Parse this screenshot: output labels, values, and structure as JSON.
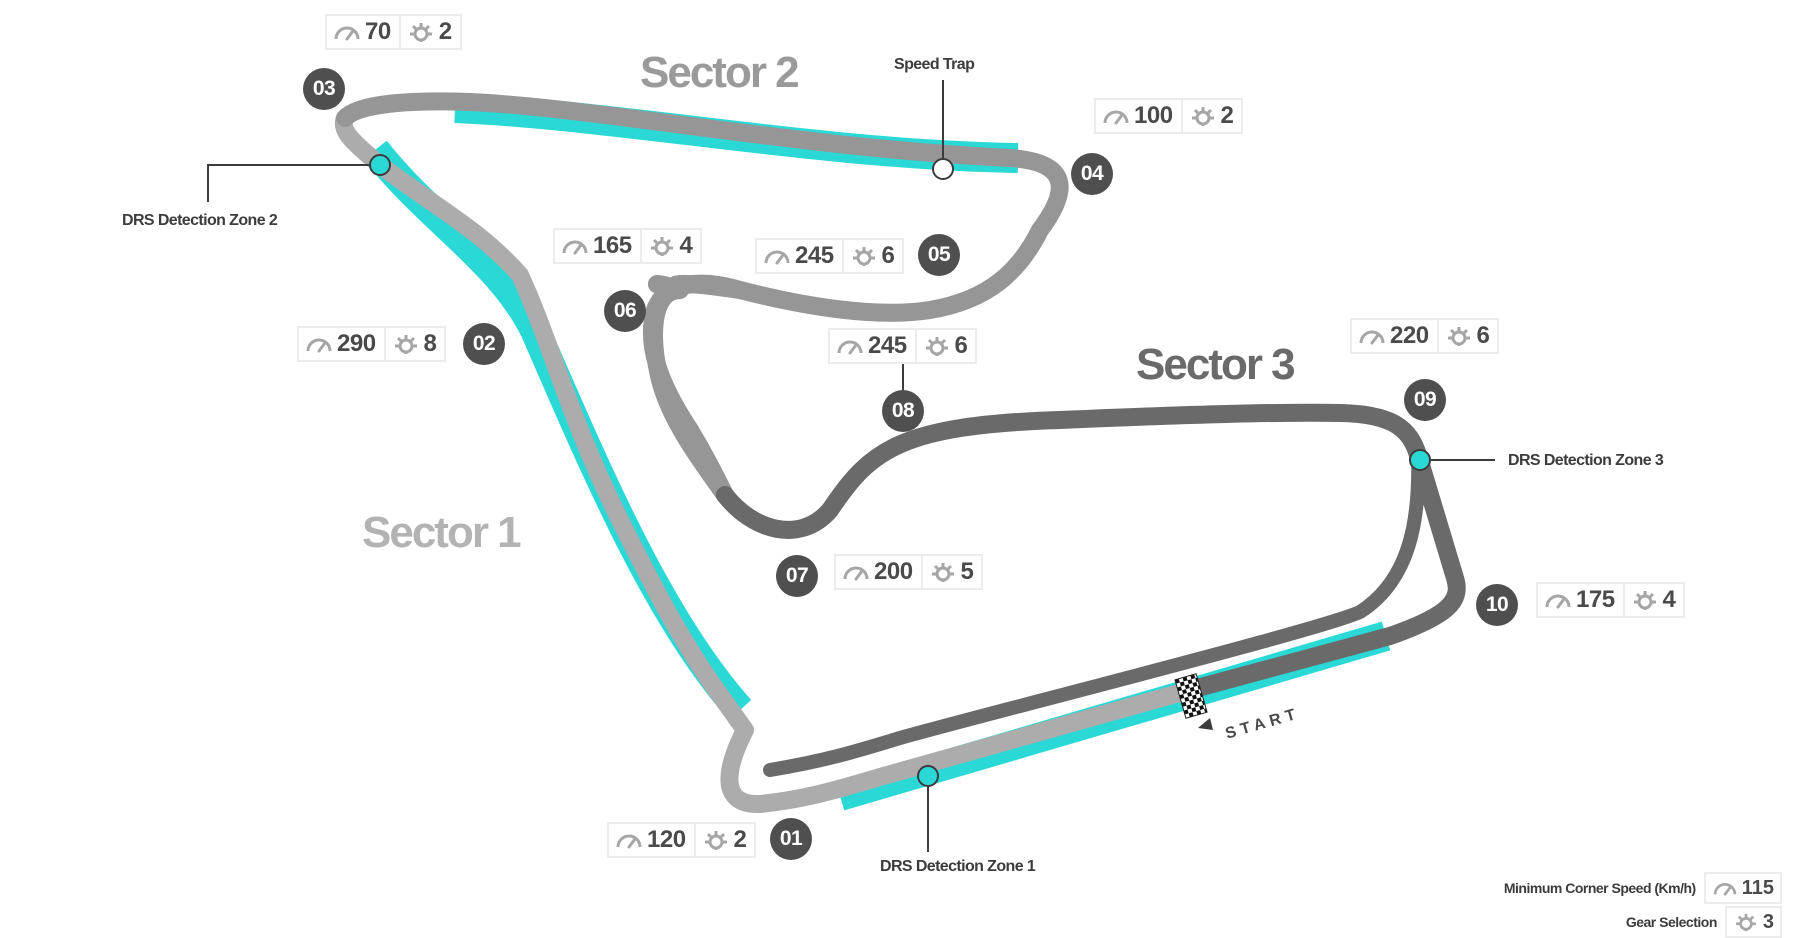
{
  "colors": {
    "drs": "#2ad8d6",
    "sector1": "#acacac",
    "sector2": "#969696",
    "sector3": "#6a6a6a",
    "marker": "#4f4f4f",
    "sector_label_1": "#b3b3b3",
    "sector_label_2": "#9a9a9a",
    "sector_label_3": "#6a6a6a"
  },
  "icons": {
    "speed": "speedometer-icon",
    "gear": "gear-icon",
    "flag": "checkered-flag-icon"
  },
  "sectors": [
    {
      "label": "Sector 1"
    },
    {
      "label": "Sector 2"
    },
    {
      "label": "Sector 3"
    }
  ],
  "corners": [
    {
      "number": "01",
      "speed": "120",
      "gear": "2"
    },
    {
      "number": "02",
      "speed": "290",
      "gear": "8"
    },
    {
      "number": "03",
      "speed": "70",
      "gear": "2"
    },
    {
      "number": "04",
      "speed": "100",
      "gear": "2"
    },
    {
      "number": "05",
      "speed": "245",
      "gear": "6"
    },
    {
      "number": "06",
      "speed": "165",
      "gear": "4"
    },
    {
      "number": "07",
      "speed": "200",
      "gear": "5"
    },
    {
      "number": "08",
      "speed": "245",
      "gear": "6"
    },
    {
      "number": "09",
      "speed": "220",
      "gear": "6"
    },
    {
      "number": "10",
      "speed": "175",
      "gear": "4"
    }
  ],
  "annotations": {
    "speed_trap": "Speed Trap",
    "drs_zone_1": "DRS Detection Zone 1",
    "drs_zone_2": "DRS Detection Zone 2",
    "drs_zone_3": "DRS Detection Zone 3",
    "start": "START"
  },
  "legend": {
    "speed_label": "Minimum Corner Speed (Km/h)",
    "speed_value": "115",
    "gear_label": "Gear Selection",
    "gear_value": "3"
  }
}
